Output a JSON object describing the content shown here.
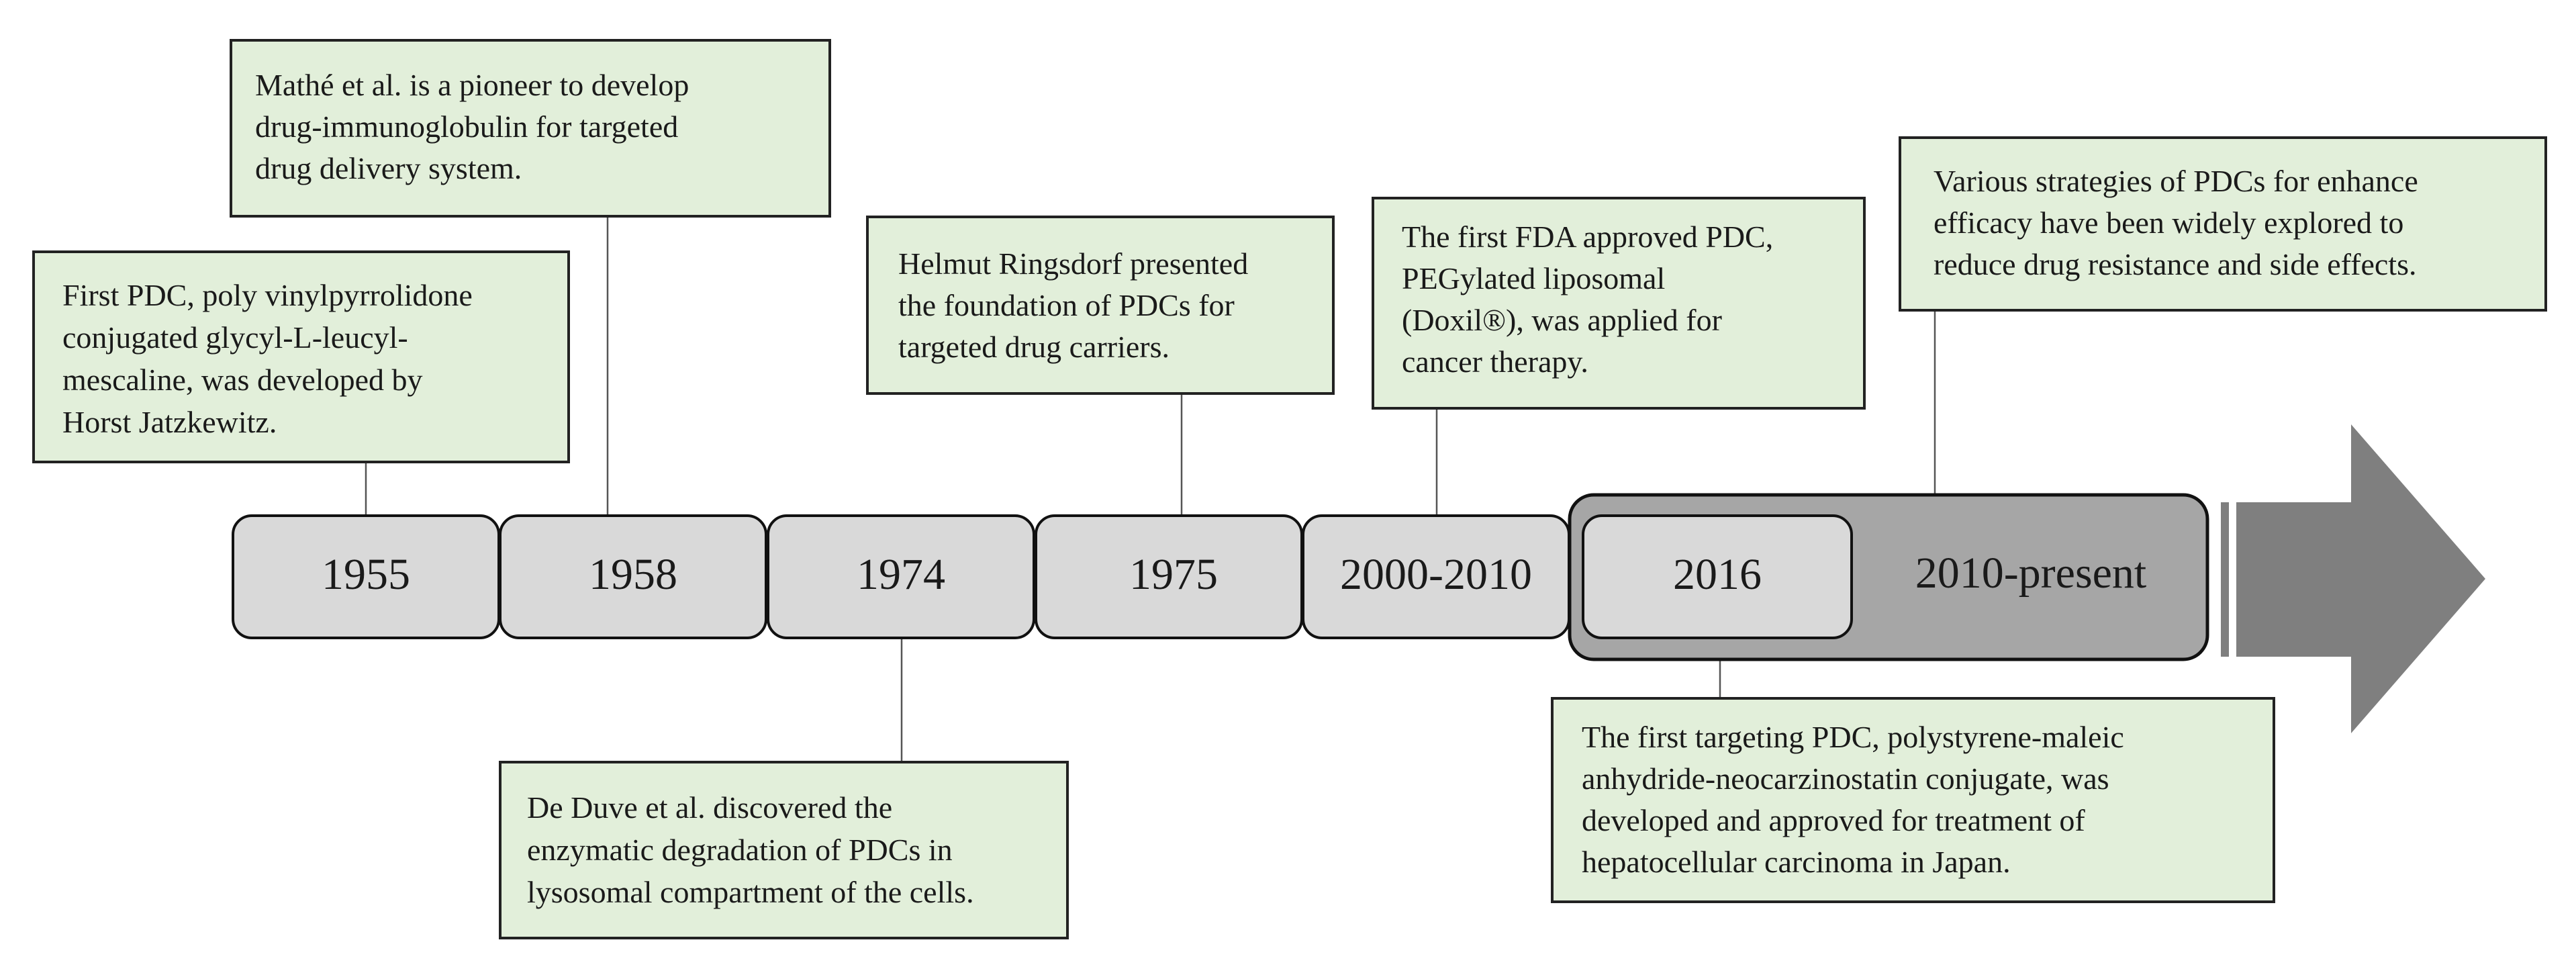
{
  "timeline": {
    "years": [
      "1955",
      "1958",
      "1974",
      "1975",
      "2000-2010",
      "2016",
      "2010-present"
    ]
  },
  "events": [
    {
      "id": "1955",
      "year": "1955",
      "lines": [
        "First PDC, poly vinylpyrrolidone",
        "conjugated glycyl-L-leucyl-",
        "mescaline, was developed by",
        "Horst Jatzkewitz."
      ]
    },
    {
      "id": "1958",
      "year": "1958",
      "lines": [
        "Mathé et al. is a pioneer to develop",
        "drug-immunoglobulin for targeted",
        "drug delivery system."
      ]
    },
    {
      "id": "1974",
      "year": "1974",
      "lines": [
        "De Duve et al. discovered the",
        "enzymatic degradation of PDCs in",
        "lysosomal compartment of the cells."
      ]
    },
    {
      "id": "1975",
      "year": "1975",
      "lines": [
        "Helmut Ringsdorf presented",
        "the foundation of PDCs for",
        "targeted drug carriers."
      ]
    },
    {
      "id": "2000-2010",
      "year": "2000-2010",
      "lines": [
        "The first FDA approved PDC,",
        "PEGylated liposomal",
        "(Doxil®), was applied for",
        "cancer therapy."
      ]
    },
    {
      "id": "2016",
      "year": "2016",
      "lines": [
        "The first targeting PDC, polystyrene-maleic",
        "anhydride-neocarzinostatin conjugate, was",
        "developed and approved for treatment of",
        "hepatocellular carcinoma in Japan."
      ]
    },
    {
      "id": "2010-present",
      "year": "2010-present",
      "lines": [
        "Various strategies of PDCs for enhance",
        "efficacy have been widely explored to",
        "reduce drug resistance and side effects."
      ]
    }
  ],
  "colors": {
    "box_fill": "#e2efda",
    "year_fill": "#d9d9d9",
    "present_fill": "#a6a6a6",
    "arrow_fill": "#7f7f7f"
  }
}
